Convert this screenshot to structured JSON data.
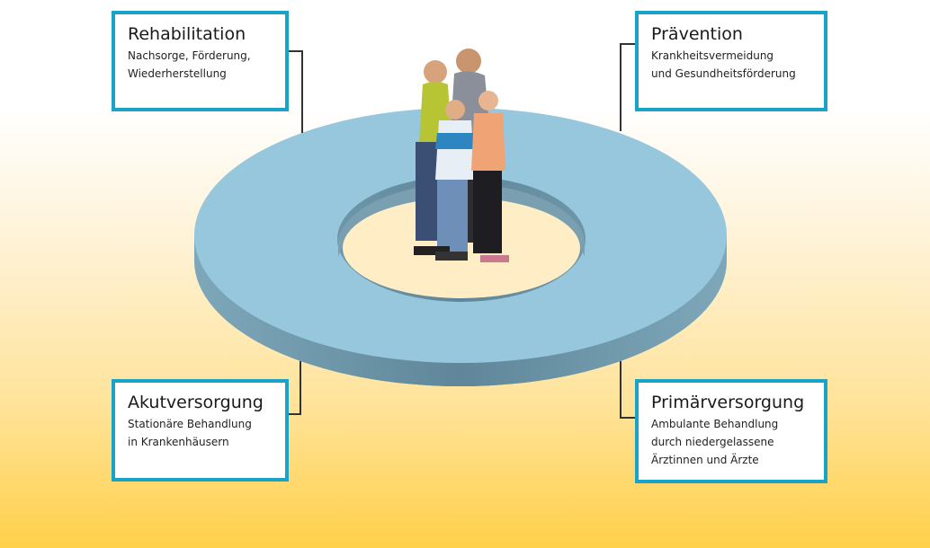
{
  "boxes": {
    "rehabilitation": {
      "title": "Rehabilitation",
      "lines": [
        "Nachsorge, Förderung,",
        "Wiederherstellung"
      ]
    },
    "praevention": {
      "title": "Prävention",
      "lines": [
        "Krankheitsvermeidung",
        "und Gesundheitsförderung"
      ]
    },
    "akutversorgung": {
      "title": "Akutversorgung",
      "lines": [
        "Stationäre Behandlung",
        "in Krankenhäusern"
      ]
    },
    "primaerversorgung": {
      "title": "Primärversorgung",
      "lines": [
        "Ambulante Behandlung",
        "durch niedergelassene",
        "Ärztinnen und Ärzte"
      ]
    }
  },
  "colors": {
    "accent": "#1aa3c8",
    "ring_top": "#97c7dd",
    "ring_side": "#6b93a6",
    "connector": "#333333"
  },
  "image": {
    "name": "family-photo",
    "description": "family of four standing in the center"
  }
}
